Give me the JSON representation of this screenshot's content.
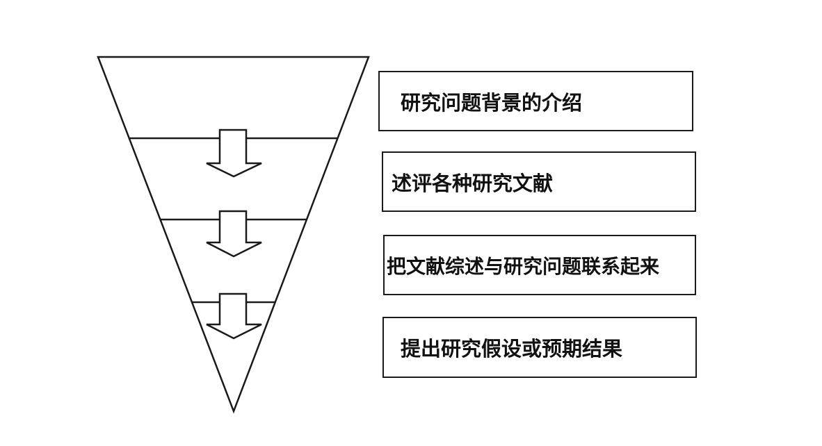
{
  "funnel": {
    "stroke_color": "#1a1a1a",
    "arrow_icons": [
      "down-arrow-icon",
      "down-arrow-icon",
      "down-arrow-icon"
    ]
  },
  "steps": [
    {
      "label": "研究问题背景的介绍"
    },
    {
      "label": "述评各种研究文献"
    },
    {
      "label": "把文献综述与研究问题联系起来"
    },
    {
      "label": "提出研究假设或预期结果"
    }
  ]
}
